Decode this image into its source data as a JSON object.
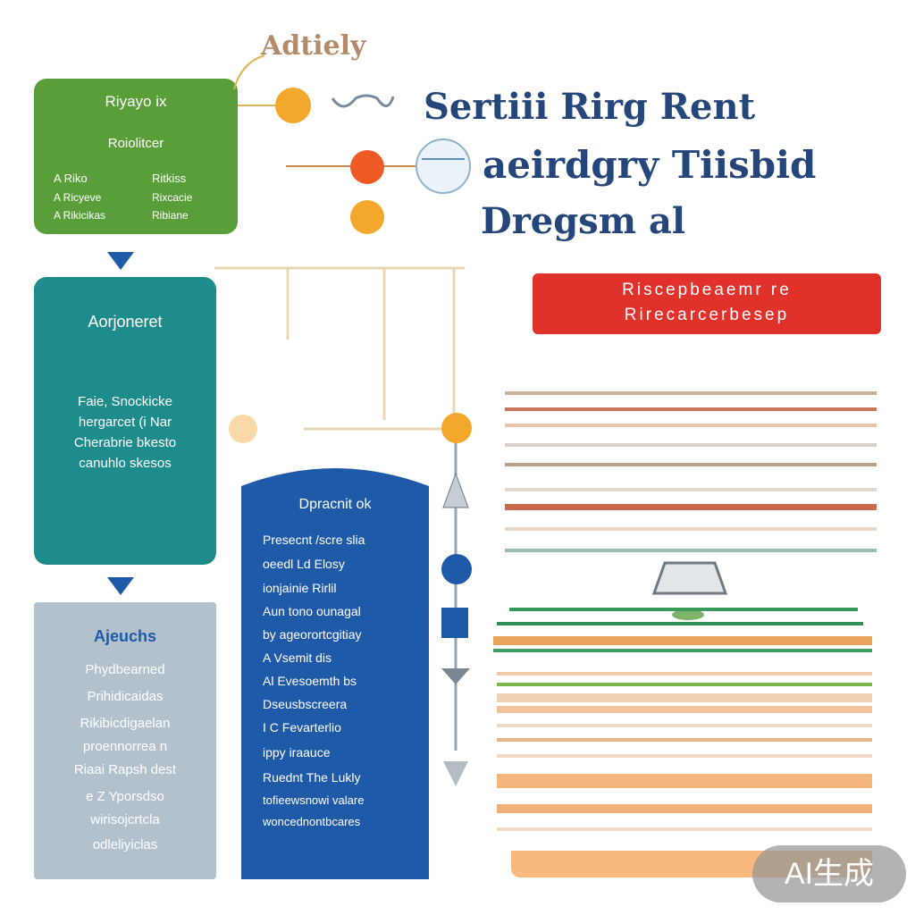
{
  "top_label": "Adtiely",
  "title": {
    "line1": "Sertiii Rirg Rent",
    "line2": "aeirdgry Tiisbid",
    "line3": "Dregsm al"
  },
  "green_card": {
    "heading": "Riyayo ix",
    "subheading": "Roiolitcer",
    "rows": [
      {
        "left": "A Riko",
        "right": "Ritkiss"
      },
      {
        "left": "A Ricyeve",
        "right": "Rixcacie"
      },
      {
        "left": "A Rikicikas",
        "right": "Ribiane"
      }
    ],
    "color": "#5a9e3a"
  },
  "teal_card": {
    "heading": "Aorjoneret",
    "lines": [
      "Faie, Snockicke",
      "hergarcet (i Nar",
      "Cherabrie bkesto",
      "canuhlo skesos"
    ],
    "color": "#1e8c8c"
  },
  "gray_card": {
    "heading": "Ajeuchs",
    "lines": [
      "Phydbearned",
      "Prihidicaidas",
      "Rikibicdigaelan",
      "proennorrea n",
      "Riaai Rapsh dest",
      "e Z Yporsdso",
      "wirisojcrtcla",
      "odleliyiclas"
    ],
    "color": "#b3c1cc"
  },
  "blue_card": {
    "heading": "Dpracnit ok",
    "lines": [
      "Presecnt /scre slia",
      "oeedl Ld Elosy",
      "ionjainie Rirlil",
      "Aun tono ounagal",
      "by ageorortcgitiay",
      "A Vsemit dis",
      "Al Evesoemth bs",
      "Dseusbscreera",
      "I C Fevarterlio",
      "ippy iraauce",
      "Ruednt The Lukly",
      "tofieewsnowi valare",
      "woncednontbcares"
    ],
    "color": "#1f5aa8"
  },
  "red_banner": {
    "line1": "Riscepbeaemr re",
    "line2": "Rirecarcerbesep",
    "color": "#e0312a"
  },
  "badge": "AI生成",
  "colors": {
    "title": "#25467a",
    "dot_orange": "#f3a72c",
    "dot_red": "#ee5a24",
    "accent_blue": "#1e5aa8",
    "connector": "#d9b77a"
  }
}
